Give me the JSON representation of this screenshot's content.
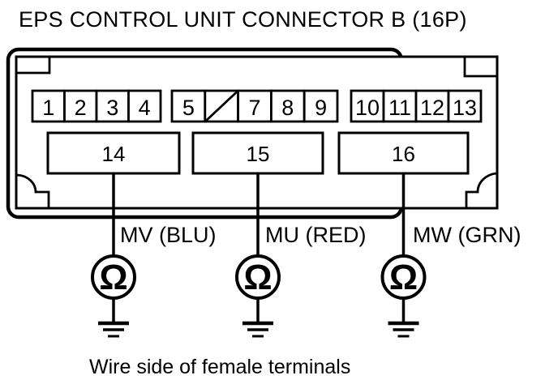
{
  "title": "EPS CONTROL UNIT CONNECTOR B (16P)",
  "caption": "Wire side of female terminals",
  "connector": {
    "name": "EPS Control Unit Connector B (16P)",
    "top_row_groups": [
      {
        "cells": [
          "1",
          "2",
          "3",
          "4"
        ]
      },
      {
        "cells": [
          "5",
          "7",
          "8",
          "9"
        ],
        "blank_slash_cell": true
      },
      {
        "cells": [
          "10",
          "11",
          "12",
          "13"
        ]
      }
    ],
    "bottom_row": [
      "14",
      "15",
      "16"
    ]
  },
  "wires": [
    {
      "pin": "14",
      "label": "MV (BLU)"
    },
    {
      "pin": "15",
      "label": "MU (RED)"
    },
    {
      "pin": "16",
      "label": "MW (GRN)"
    }
  ],
  "meter_symbol": "Ω",
  "colors": {
    "line": "#000000",
    "background": "#ffffff"
  }
}
